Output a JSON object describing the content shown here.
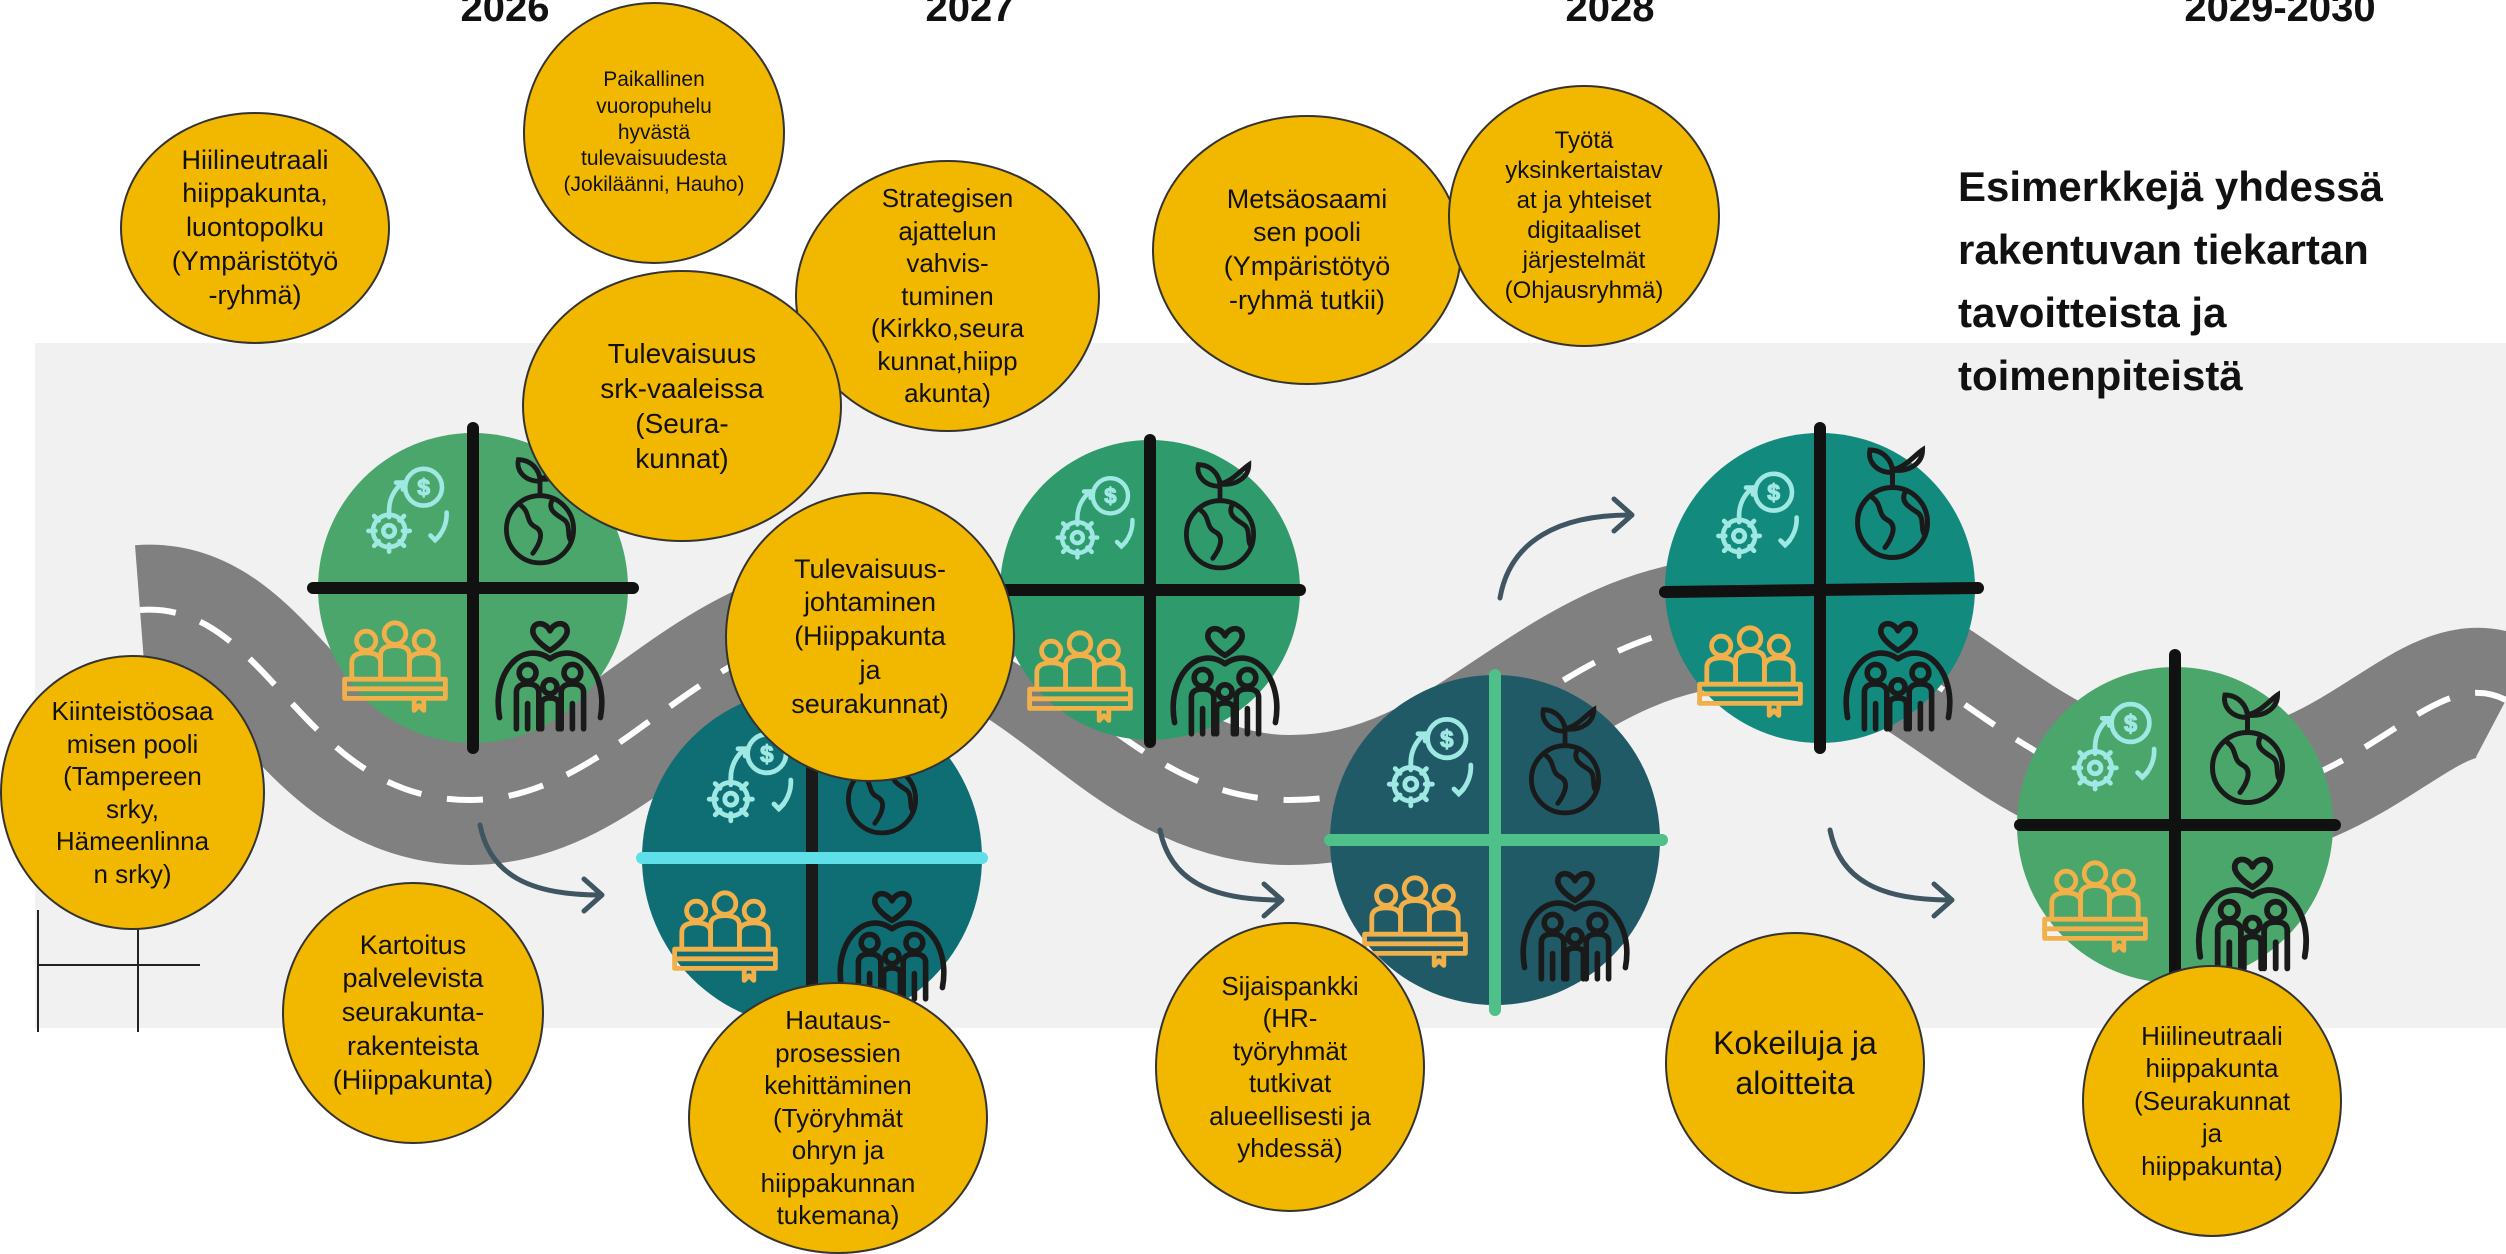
{
  "years": [
    "2026",
    "2027",
    "2028",
    "2029-2030"
  ],
  "headline": "Esimerkkejä yhdessä\nrakentuvan tiekartan\ntavoitteista ja\ntoimenpiteistä",
  "bubbles": [
    "Hiilineutraali\nhiippakunta,\nluontopolku\n(Ympäristötyö\n-ryhmä)",
    "Paikallinen\nvuoropuhelu\nhyvästä\ntulevaisuudesta\n(Jokiläänni, Hauho)",
    "Strategisen\najattelun\nvahvis-\ntuminen\n(Kirkko,seura\nkunnat,hiipp\nakunta)",
    "Tulevaisuus\nsrk-vaaleissa\n(Seura-\nkunnat)",
    "Tulevaisuus-\njohtaminen\n(Hiippakunta\nja\nseurakunnat)",
    "Metsäosaami\nsen pooli\n(Ympäristötyö\n-ryhmä tutkii)",
    "Työtä\nyksinkertaistav\nat ja yhteiset\ndigitaaliset\njärjestelmät\n(Ohjausryhmä)",
    "Kiinteistöosaa\nmisen pooli\n(Tampereen\nsrky,\nHämeenlinna\nn srky)",
    "Kartoitus\npalvelevista\nseurakunta-\nrakenteista\n(Hiippakunta)",
    "Hautaus-\nprosessien\nkehittäminen\n(Työryhmät\nohryn  ja\nhiippakunnan\ntukemana)",
    "Sijaispankki\n(HR-\ntyöryhmät\ntutkivat\nalueellisesti ja\nyhdessä)",
    "Kokeiluja ja\naloitteita",
    "Hiilineutraali\nhiippakunta\n(Seurakunnat\nja\nhiippakunta)"
  ],
  "colors": {
    "bubble": "#f2b800",
    "road": "#808080",
    "band": "#f1f1f1",
    "emblem_green": "#4aa66a",
    "emblem_teal": "#0f6e74",
    "emblem_dark": "#1f5a66",
    "icon_cyan": "#9fe8e4",
    "icon_orange": "#f2b04a"
  },
  "icons": [
    "money-gear-icon",
    "earth-plant-icon",
    "people-book-icon",
    "family-heart-icon",
    "arrow-right-icon"
  ]
}
